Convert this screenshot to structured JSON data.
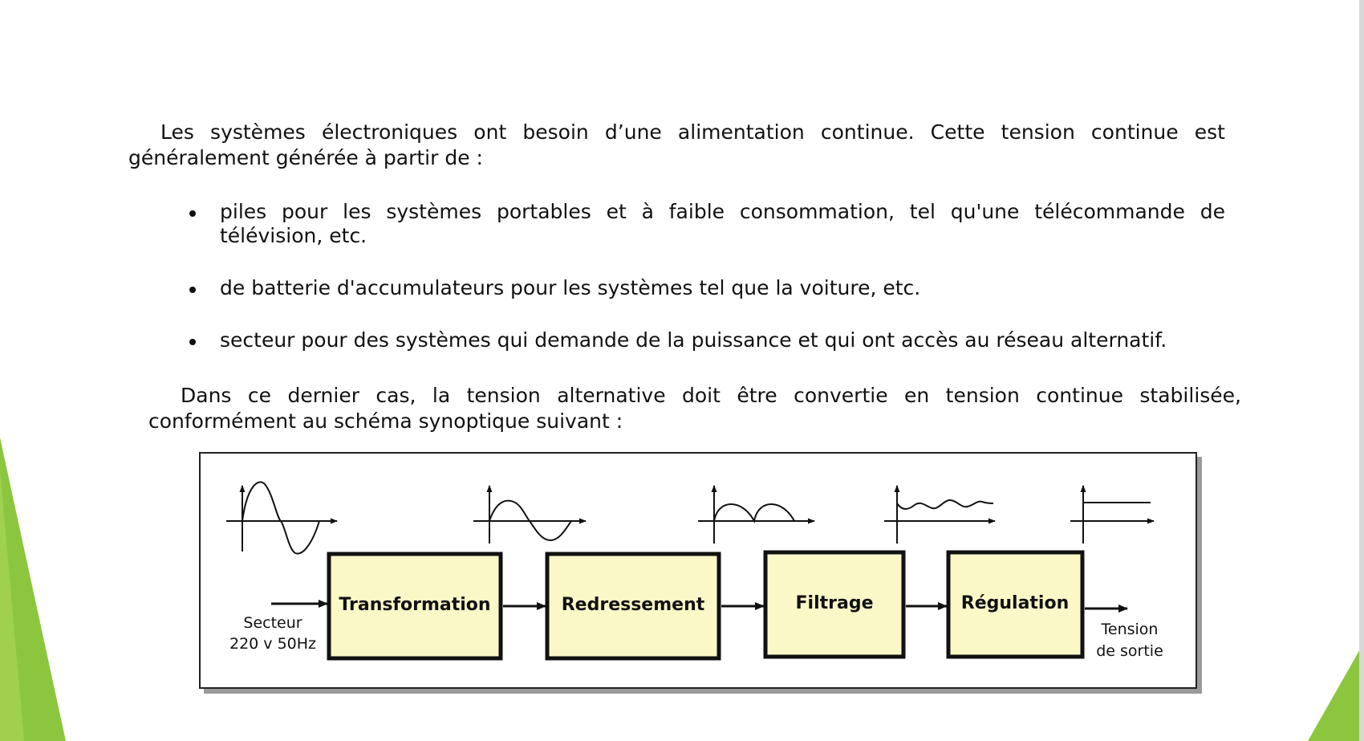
{
  "intro": {
    "line1": "Les systèmes électroniques ont besoin d’une alimentation continue. Cette tension continue est",
    "line2": "générée à partir de :",
    "line2_prefix": "généralement"
  },
  "bullets": [
    "piles pour les systèmes portables et à faible consommation, tel qu'une télécommande de télévision, etc.",
    "de batterie d'accumulateurs pour les systèmes tel que la voiture, etc.",
    "secteur pour des systèmes qui demande de la puissance et qui ont accès au réseau alternatif."
  ],
  "conclusion": "Dans ce dernier cas, la tension alternative doit être convertie en tension continue stabilisée, conformément au schéma synoptique suivant :",
  "diagram": {
    "input_label_1": "Secteur",
    "input_label_2": "220 v 50Hz",
    "blocks": [
      "Transformation",
      "Redressement",
      "Filtrage",
      "Régulation"
    ],
    "output_label_1": "Tension",
    "output_label_2": "de sortie",
    "block_fill": "#fbf8c8"
  },
  "colors": {
    "accent_green": "#8cc63f",
    "text": "#111111"
  }
}
